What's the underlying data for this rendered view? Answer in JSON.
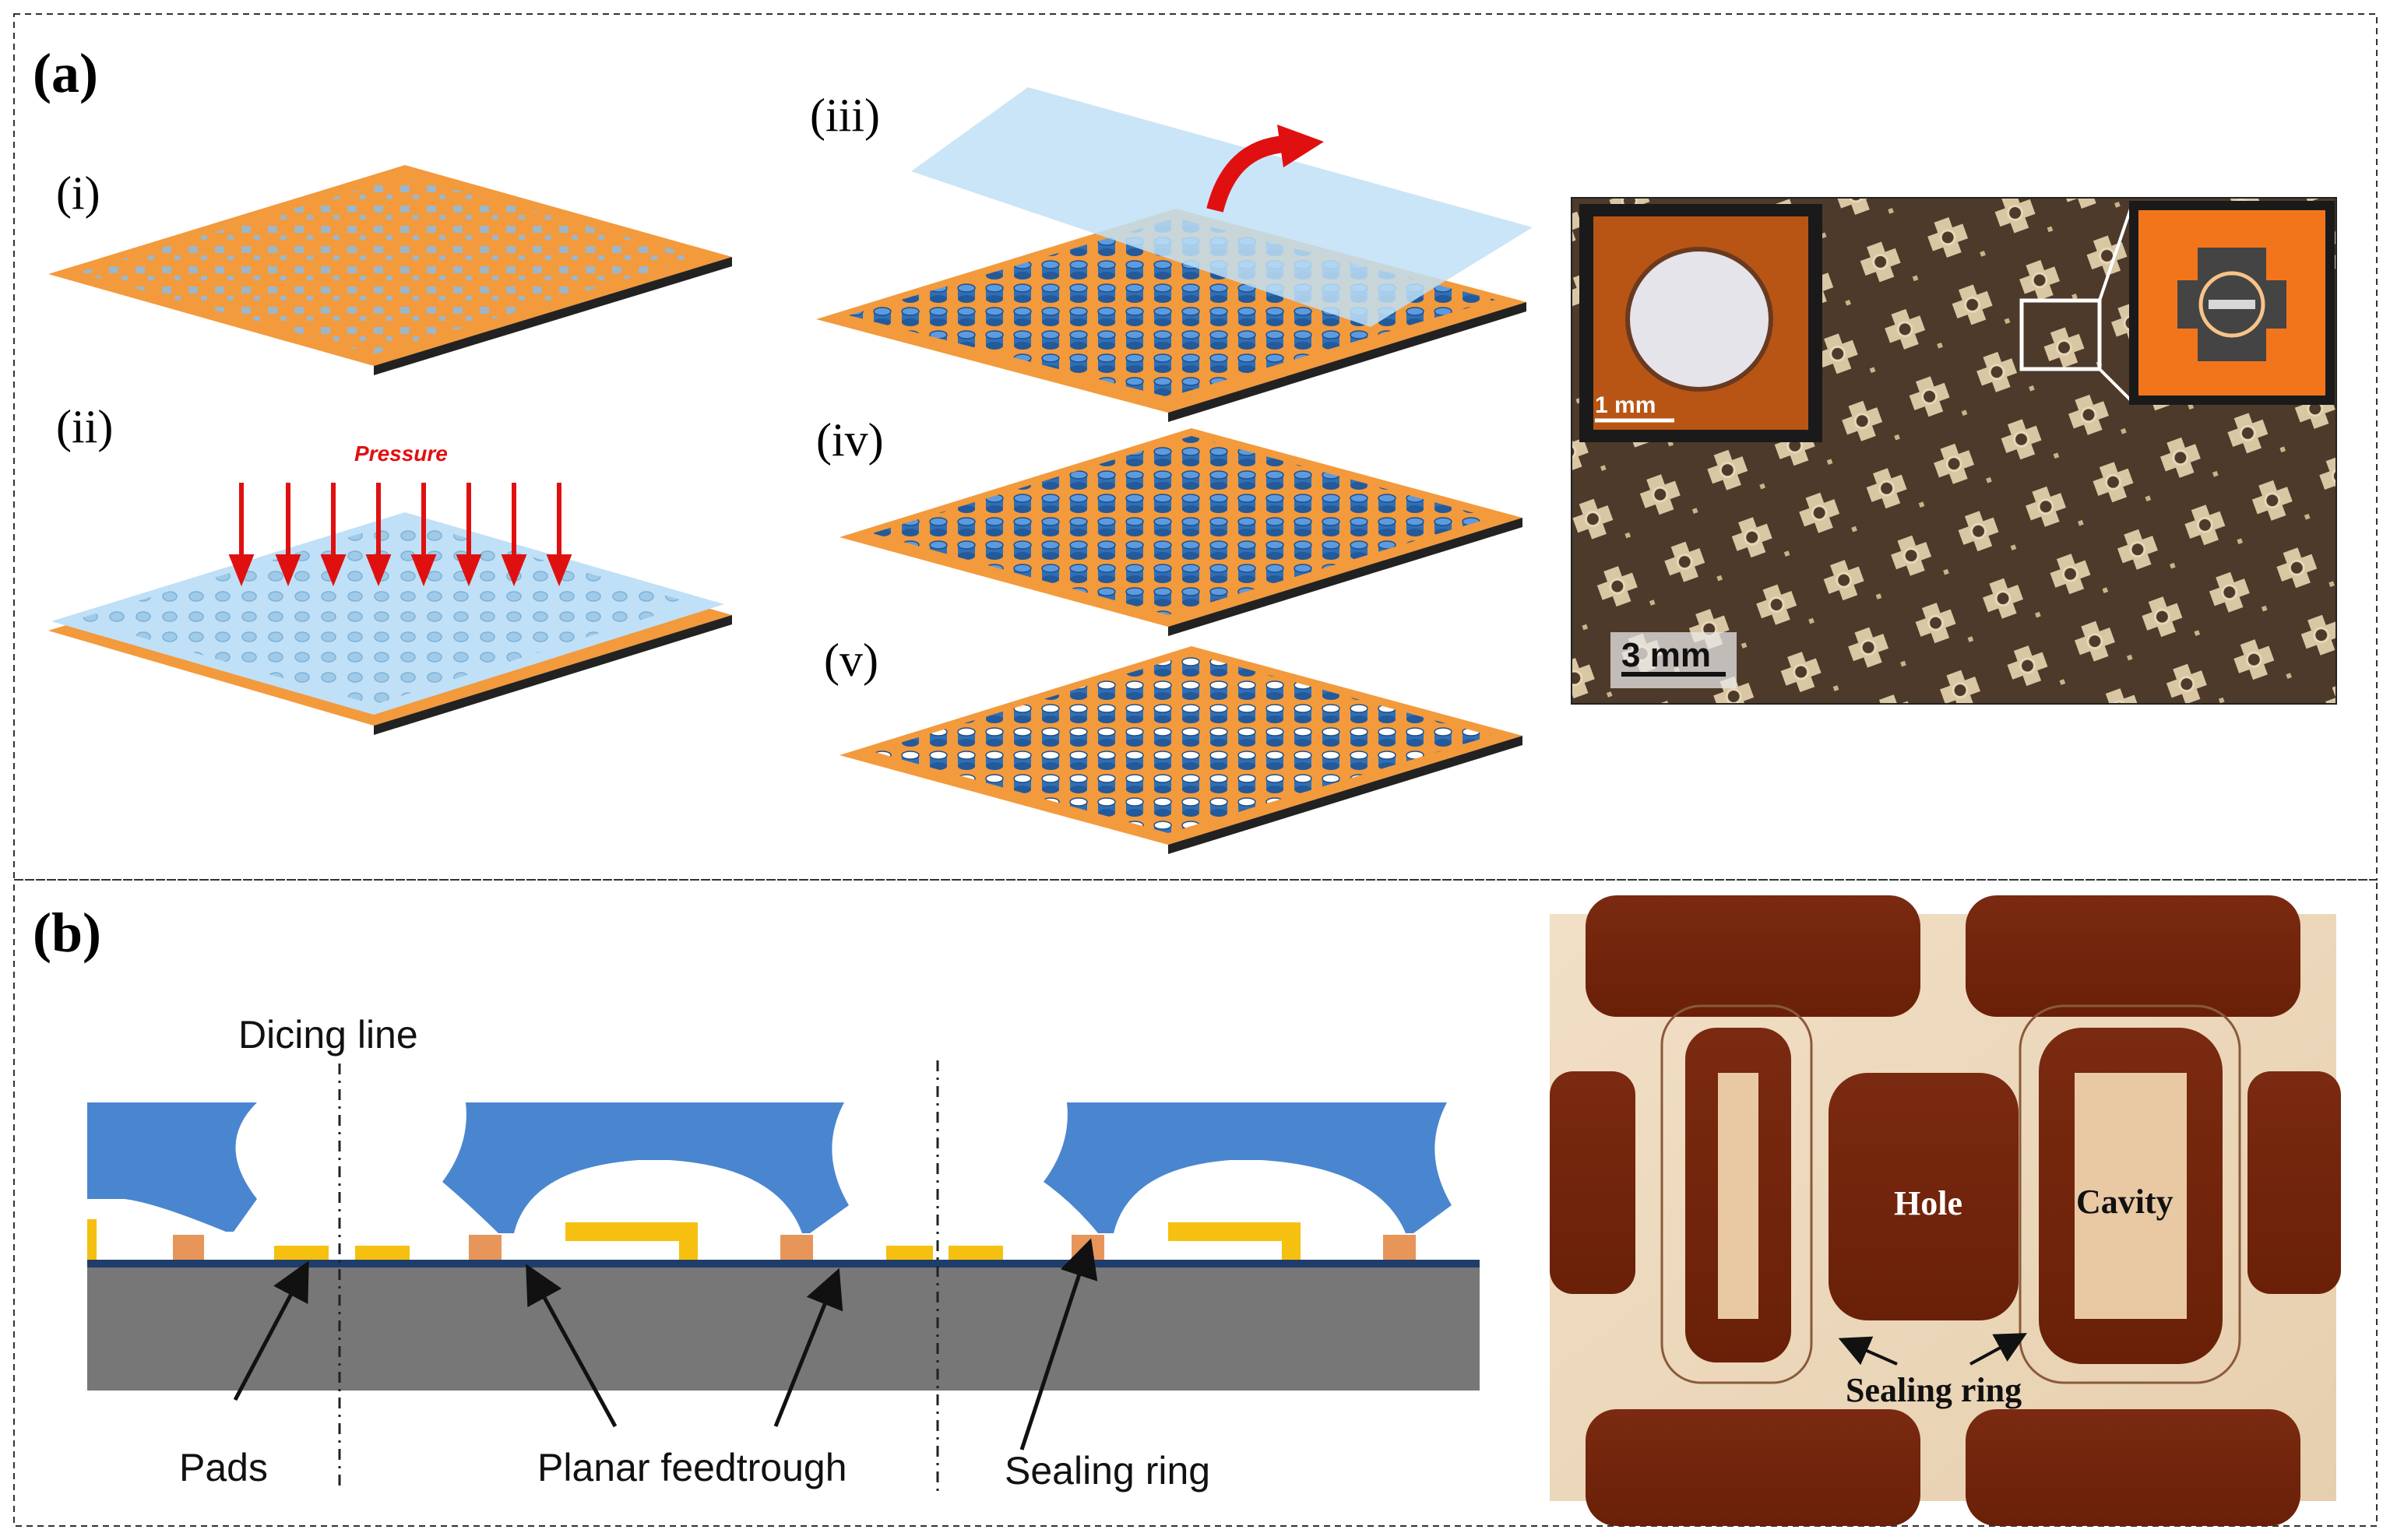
{
  "panel_a": {
    "label": "(a)",
    "steps": {
      "i": "(i)",
      "ii": "(ii)",
      "iii": "(iii)",
      "iv": "(iv)",
      "v": "(v)"
    },
    "pressure_label": "Pressure",
    "photo": {
      "scale_large": "3 mm",
      "scale_inset": "1 mm"
    }
  },
  "panel_b": {
    "label": "(b)",
    "schematic": {
      "dicing_line": "Dicing line",
      "pads": "Pads",
      "planar_feedthrough": "Planar  feedtrough",
      "sealing_ring": "Sealing ring"
    },
    "photo": {
      "hole": "Hole",
      "cavity": "Cavity",
      "sealing_ring": "Sealing ring"
    }
  },
  "colors": {
    "substrate_orange": "#f39a3c",
    "cap_blue": "#4a86d0",
    "film_lightblue": "#bfe0f6",
    "arrow_red": "#e01010",
    "pad_gold": "#f5c010",
    "base_gray": "#777777",
    "ring_copper": "#e8955a"
  }
}
